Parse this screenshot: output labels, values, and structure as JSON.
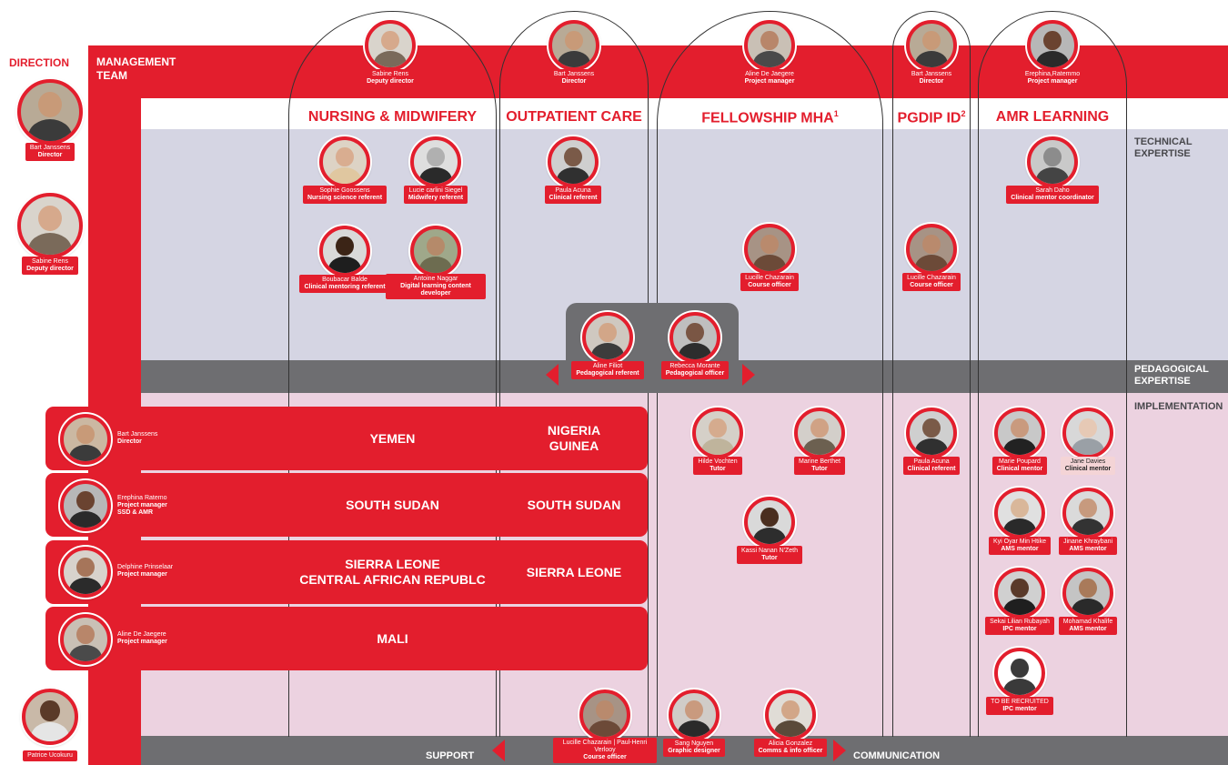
{
  "sections": {
    "direction": "DIRECTION",
    "management_team": "MANAGEMENT\nTEAM",
    "technical": "TECHNICAL\nEXPERTISE",
    "pedagogical": "PEDAGOGICAL\nEXPERTISE",
    "implementation": "IMPLEMENTATION",
    "support": "SUPPORT",
    "communication": "COMMUNICATION"
  },
  "programs": {
    "nursing": "NURSING & MIDWIFERY",
    "outpatient": "OUTPATIENT CARE",
    "fellowship": "FELLOWSHIP MHA",
    "fellowship_sup": "1",
    "pgdip": "PGDIP ID",
    "pgdip_sup": "2",
    "amr": "AMR LEARNING"
  },
  "countries": {
    "yemen": "YEMEN",
    "nigeria_guinea": "NIGERIA\nGUINEA",
    "south_sudan_1": "SOUTH SUDAN",
    "south_sudan_2": "SOUTH SUDAN",
    "sierra_car": "SIERRA LEONE\nCENTRAL AFRICAN REPUBLC",
    "sierra_2": "SIERRA LEONE",
    "mali": "MALI"
  },
  "people": {
    "dir_bart": {
      "name": "Bart Janssens",
      "role": "Director"
    },
    "dir_sabine": {
      "name": "Sabine Rens",
      "role": "Deputy director"
    },
    "dir_patrice": {
      "name": "Patrice Ucokuru",
      "role": ""
    },
    "mt_sabine": {
      "name": "Sabine Rens",
      "role": "Deputy director"
    },
    "mt_bart1": {
      "name": "Bart Janssens",
      "role": "Director"
    },
    "mt_aline": {
      "name": "Aline De Jaegere",
      "role": "Project manager"
    },
    "mt_bart2": {
      "name": "Bart Janssens",
      "role": "Director"
    },
    "mt_erephina": {
      "name": "Erephina,Ratemmo",
      "role": "Project manager"
    },
    "sophie": {
      "name": "Sophie Goossens",
      "role": "Nursing science referent"
    },
    "lucie": {
      "name": "Lucie carlini Siegel",
      "role": "Midwifery referent"
    },
    "boubacar": {
      "name": "Boubacar Balde",
      "role": "Clinical mentoring referent"
    },
    "antoine": {
      "name": "Antoine Naggar",
      "role": "Digital learning content developer"
    },
    "paula1": {
      "name": "Paula Acuna",
      "role": "Clinical referent"
    },
    "lucille1": {
      "name": "Lucille Chazarain",
      "role": "Course officer"
    },
    "lucille2": {
      "name": "Lucille Chazarain",
      "role": "Course officer"
    },
    "sarah": {
      "name": "Sarah Daho",
      "role": "Clinical mentor coordinator"
    },
    "aline_filiot": {
      "name": "Aline Filiot",
      "role": "Pedagogical referent"
    },
    "rebecca": {
      "name": "Rebecca Morante",
      "role": "Pedagogical officer"
    },
    "row_bart": {
      "name": "Bart Janssens",
      "role": "Director"
    },
    "row_erephina": {
      "name": "Erephina Ratemo",
      "role": "Project manager\nSSD & AMR"
    },
    "row_delphine": {
      "name": "Delphine Prinselaar",
      "role": "Project manager"
    },
    "row_aline": {
      "name": "Aline De Jaegere",
      "role": "Project manager"
    },
    "hilde": {
      "name": "Hilde Vochten",
      "role": "Tutor"
    },
    "marine": {
      "name": "Marine Berthet",
      "role": "Tutor"
    },
    "kassi": {
      "name": "Kassi Nanan N'Zeth",
      "role": "Tutor"
    },
    "paula2": {
      "name": "Paula Acuna",
      "role": "Clinical referent"
    },
    "marie": {
      "name": "Marie Poupard",
      "role": "Clinical mentor"
    },
    "jane": {
      "name": "Jane Davies",
      "role": "Clinical mentor"
    },
    "kyi": {
      "name": "Kyi Oyar Min Htike",
      "role": "AMS mentor"
    },
    "jinane": {
      "name": "Jinane Khraybani",
      "role": "AMS mentor"
    },
    "sekai": {
      "name": "Sekai Lilian Rubayah",
      "role": "IPC mentor"
    },
    "mohamad": {
      "name": "Mohamad Khalife",
      "role": "AMS mentor"
    },
    "tbr": {
      "name": "TO BE RECRUITED",
      "role": "IPC mentor"
    },
    "lucille_paul": {
      "name": "Lucille Chazarain | Paul-Henri Verlooy",
      "role": "Course officer"
    },
    "sang": {
      "name": "Sang Nguyen",
      "role": "Graphic designer"
    },
    "alicia": {
      "name": "Alicia Gonzalez",
      "role": "Comms & info officer"
    }
  }
}
